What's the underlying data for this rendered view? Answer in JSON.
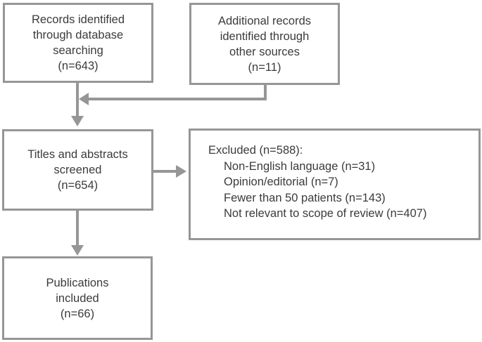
{
  "diagram": {
    "type": "flowchart",
    "boxes": {
      "records_identified": {
        "lines": [
          "Records identified",
          "through database",
          "searching",
          "(n=643)"
        ]
      },
      "additional_records": {
        "lines": [
          "Additional records",
          "identified through",
          "other sources",
          "(n=11)"
        ]
      },
      "titles_screened": {
        "lines": [
          "Titles and abstracts",
          "screened",
          "(n=654)"
        ]
      },
      "excluded": {
        "title": "Excluded (n=588):",
        "items": [
          "Non-English language (n=31)",
          "Opinion/editorial (n=7)",
          "Fewer than 50 patients (n=143)",
          "Not relevant to scope of review (n=407)"
        ]
      },
      "publications_included": {
        "lines": [
          "Publications",
          "included",
          "(n=66)"
        ]
      }
    },
    "colors": {
      "border": "#969696",
      "arrow": "#969696",
      "text": "#3b3b3b",
      "background": "#ffffff"
    }
  }
}
